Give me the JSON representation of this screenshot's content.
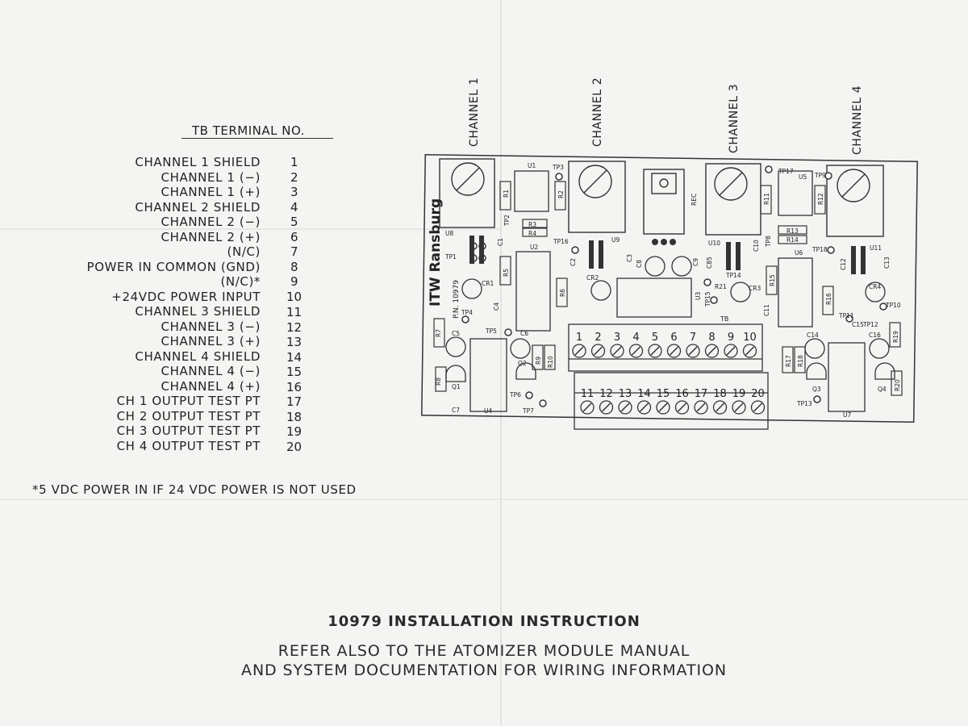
{
  "terminal_table": {
    "heading": "TB TERMINAL NO.",
    "rows": [
      {
        "label": "CHANNEL 1 SHIELD",
        "num": "1"
      },
      {
        "label": "CHANNEL 1 (−)",
        "num": "2"
      },
      {
        "label": "CHANNEL 1 (+)",
        "num": "3"
      },
      {
        "label": "CHANNEL 2 SHIELD",
        "num": "4"
      },
      {
        "label": "CHANNEL 2 (−)",
        "num": "5"
      },
      {
        "label": "CHANNEL 2 (+)",
        "num": "6"
      },
      {
        "label": "(N/C)",
        "num": "7"
      },
      {
        "label": "POWER IN COMMON (GND)",
        "num": "8"
      },
      {
        "label": "(N/C)*",
        "num": "9"
      },
      {
        "label": "+24VDC POWER INPUT",
        "num": "10"
      },
      {
        "label": "CHANNEL 3 SHIELD",
        "num": "11"
      },
      {
        "label": "CHANNEL 3 (−)",
        "num": "12"
      },
      {
        "label": "CHANNEL 3 (+)",
        "num": "13"
      },
      {
        "label": "CHANNEL 4 SHIELD",
        "num": "14"
      },
      {
        "label": "CHANNEL 4 (−)",
        "num": "15"
      },
      {
        "label": "CHANNEL 4 (+)",
        "num": "16"
      },
      {
        "label": "CH 1 OUTPUT TEST PT",
        "num": "17"
      },
      {
        "label": "CH 2 OUTPUT TEST PT",
        "num": "18"
      },
      {
        "label": "CH 3 OUTPUT TEST PT",
        "num": "19"
      },
      {
        "label": "CH 4 OUTPUT TEST PT",
        "num": "20"
      }
    ]
  },
  "footnote": "*5 VDC POWER IN IF 24 VDC POWER IS NOT USED",
  "channels": [
    "CHANNEL 1",
    "CHANNEL 2",
    "CHANNEL 3",
    "CHANNEL 4"
  ],
  "board": {
    "brand": "ITW Ransburg",
    "part_number": "P.N. 10979",
    "terminal_block_label": "TB",
    "terminal_top": [
      "1",
      "2",
      "3",
      "4",
      "5",
      "6",
      "7",
      "8",
      "9",
      "10"
    ],
    "terminal_bottom": [
      "11",
      "12",
      "13",
      "14",
      "15",
      "16",
      "17",
      "18",
      "19",
      "20"
    ],
    "components": [
      "U1",
      "U2",
      "U3",
      "U4",
      "U5",
      "U6",
      "U7",
      "U8",
      "U9",
      "U10",
      "U11",
      "REC",
      "R1",
      "R2",
      "R3",
      "R4",
      "R5",
      "R6",
      "R7",
      "R8",
      "R9",
      "R10",
      "R11",
      "R12",
      "R13",
      "R14",
      "R15",
      "R16",
      "R17",
      "R18",
      "R19",
      "R20",
      "R21",
      "C1",
      "C2",
      "C3",
      "C4",
      "C5",
      "C6",
      "C7",
      "C8",
      "C9",
      "C10",
      "C11",
      "C12",
      "C13",
      "C14",
      "C15",
      "C16",
      "C85",
      "CR1",
      "CR2",
      "CR3",
      "CR4",
      "Q1",
      "Q2",
      "Q3",
      "Q4",
      "TP1",
      "TP2",
      "TP3",
      "TP4",
      "TP5",
      "TP6",
      "TP7",
      "TP8",
      "TP9",
      "TP10",
      "TP11",
      "TP12",
      "TP13",
      "TP14",
      "TP15",
      "TP16",
      "TP17",
      "TP18"
    ]
  },
  "title": "10979 INSTALLATION INSTRUCTION",
  "subtitle_line1": "REFER ALSO TO THE ATOMIZER MODULE MANUAL",
  "subtitle_line2": "AND SYSTEM DOCUMENTATION FOR WIRING INFORMATION"
}
